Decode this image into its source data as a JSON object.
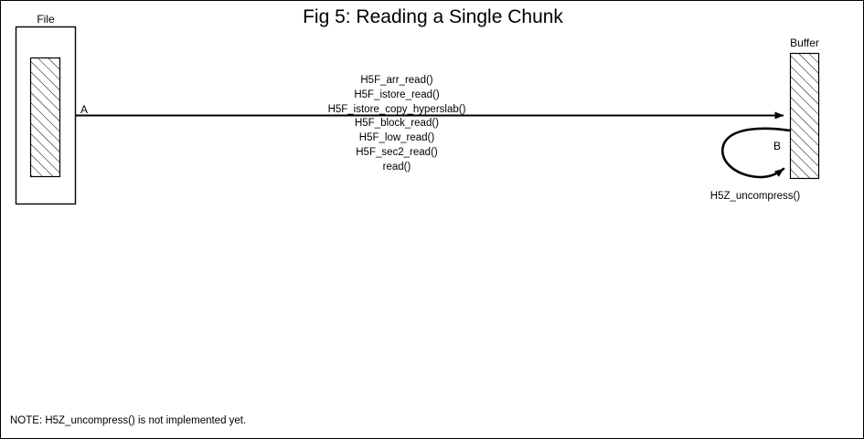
{
  "figure": {
    "title": "Fig 5:  Reading a Single Chunk",
    "note": "NOTE: H5Z_uncompress() is not implemented yet.",
    "colors": {
      "stroke": "#000000",
      "background": "#ffffff"
    }
  },
  "nodes": {
    "file": {
      "label": "File"
    },
    "buffer": {
      "label": "Buffer"
    }
  },
  "edges": {
    "transfer": {
      "marker": "A",
      "calls": [
        "H5F_arr_read()",
        "H5F_istore_read()",
        "H5F_istore_copy_hyperslab()",
        "H5F_block_read()",
        "H5F_low_read()",
        "H5F_sec2_read()",
        "read()"
      ]
    },
    "loop": {
      "marker": "B",
      "caption": "H5Z_uncompress()"
    }
  }
}
